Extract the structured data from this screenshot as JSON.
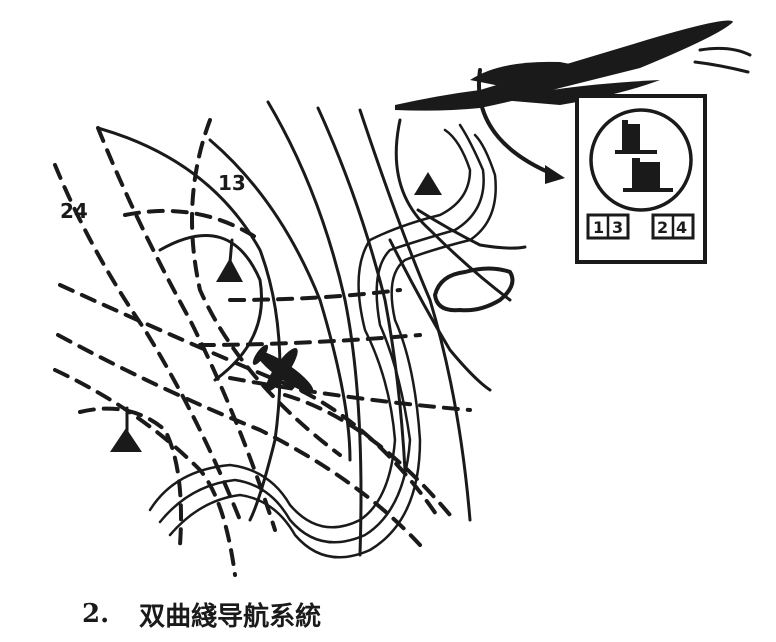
{
  "figure": {
    "number": "2.",
    "caption": "双曲綫导航系統"
  },
  "map_labels": {
    "red_family_label": "13",
    "green_family_label": "24"
  },
  "instrument_panel": {
    "reading_left": "13",
    "reading_left_digits": [
      "1",
      "3"
    ],
    "reading_right": "24",
    "reading_right_digits": [
      "2",
      "4"
    ],
    "dial_icon": "dual-step-indicator"
  },
  "elements": {
    "stations": [
      "master-station",
      "slave-station-north-east",
      "slave-station-south-west"
    ],
    "aircraft": [
      "small-aircraft-on-map",
      "large-airplane-top-right"
    ],
    "features": [
      "river",
      "lake",
      "hyperbolic-lines-solid",
      "hyperbolic-lines-dashed"
    ]
  },
  "colors": {
    "ink": "#1a1a1a",
    "paper": "#ffffff"
  }
}
